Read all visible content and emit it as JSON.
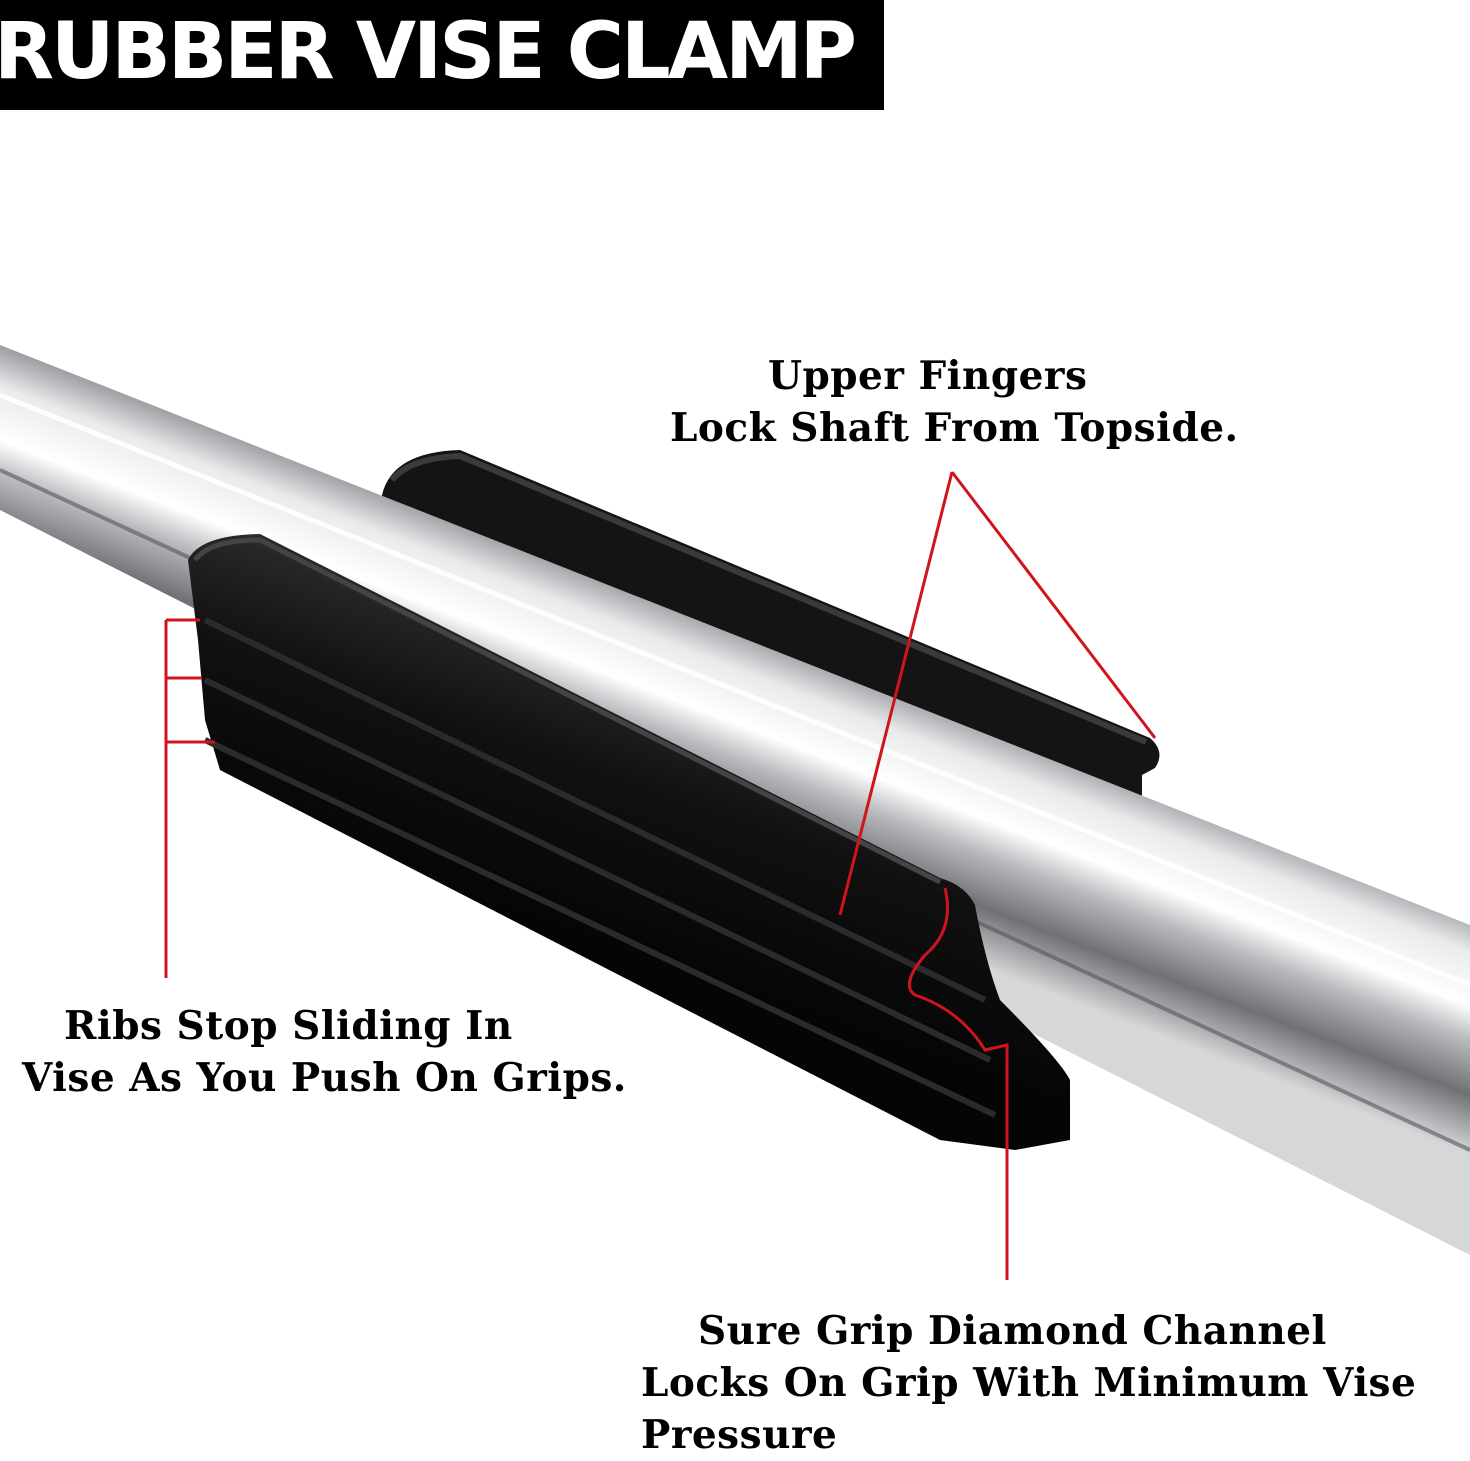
{
  "header": {
    "title": "RUBBER VISE CLAMP"
  },
  "callouts": {
    "upper_fingers": {
      "line1": "Upper Fingers",
      "line2": "Lock Shaft From Topside."
    },
    "ribs": {
      "line1": "Ribs Stop Sliding In",
      "line2": "Vise As You Push On Grips."
    },
    "grip": {
      "line1": "Sure Grip Diamond Channel",
      "line2": "Locks On Grip With Minimum Vise",
      "line3": "Pressure"
    }
  },
  "colors": {
    "title_bg": "#000000",
    "title_text": "#ffffff",
    "callout_line": "#d0141c",
    "rubber": "#111111",
    "steel": "#c7c9cc"
  }
}
